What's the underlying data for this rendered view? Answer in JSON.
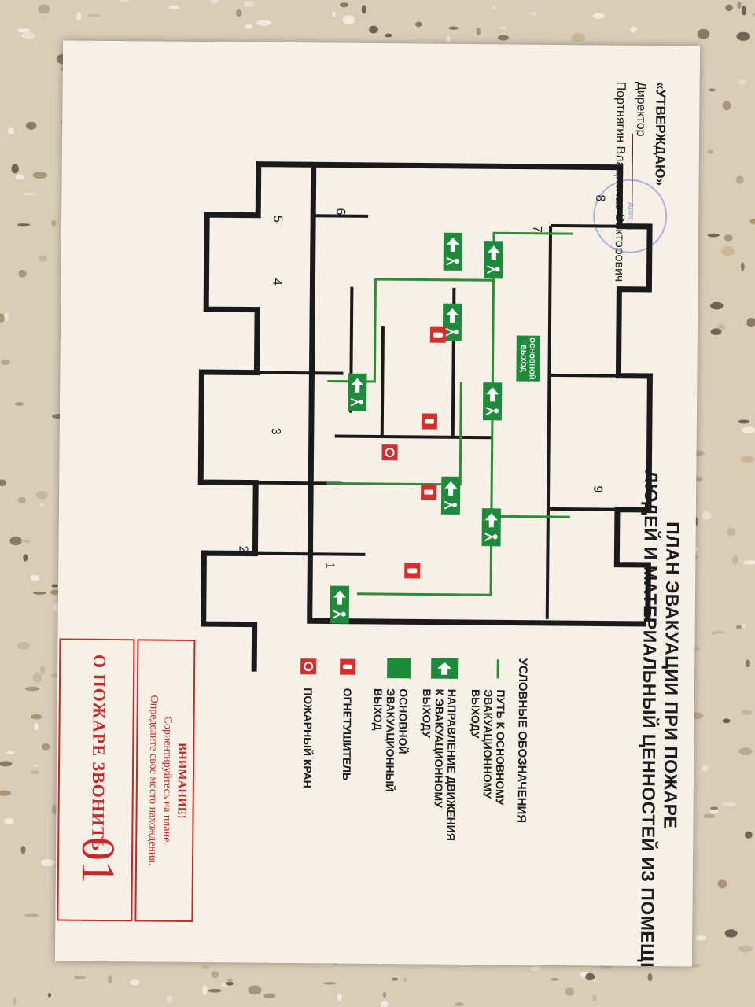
{
  "title": {
    "line1": "ПЛАН ЭВАКУАЦИИ ПРИ ПОЖАРЕ",
    "line2": "ЛЮДЕЙ И МАТЕРИАЛЬНЫЙ ЦЕННОСТЕЙ ИЗ ПОМЕЩЕНИЙ"
  },
  "approval": {
    "approved": "«УТВЕРЖДАЮ»",
    "position": "Директор",
    "name": "Портнягин Владислав Викторович",
    "stamp_text": "Ависта"
  },
  "rooms": [
    "1",
    "2",
    "3",
    "4",
    "5",
    "6",
    "7",
    "8",
    "9"
  ],
  "main_exit_sign": [
    "ОСНОВНОЙ",
    "ВЫХОД"
  ],
  "legend": {
    "title": "УСЛОВНЫЕ ОБОЗНАЧЕНИЯ",
    "path": [
      "ПУТЬ К ОСНОВНОМУ",
      "ЭВАКУАЦИОННОМУ",
      "ВЫХОДУ"
    ],
    "direction": [
      "НАПРАВЛЕНИЕ ДВИЖЕНИЯ",
      "К ЭВАКУАЦИОННОМУ",
      "ВЫХОДУ"
    ],
    "main_exit": [
      "ОСНОВНОЙ",
      "ЭВАКУАЦИОННЫЙ",
      "ВЫХОД"
    ],
    "extinguisher": "ОГНЕТУШИТЕЛЬ",
    "hydrant": "ПОЖАРНЫЙ КРАН"
  },
  "warning": {
    "title": "ВНИМАНИЕ!",
    "line1": "Сориентируйтесь на плане.",
    "line2": "Определите свое место нахождения."
  },
  "call": {
    "label": "О ПОЖАРЕ ЗВОНИТЬ",
    "number": "01"
  },
  "colors": {
    "route": "#2e8b3a",
    "sign": "#1f8a3c",
    "fire": "#d32f2f",
    "wall": "#1a1a1a",
    "warning": "#c62828"
  }
}
